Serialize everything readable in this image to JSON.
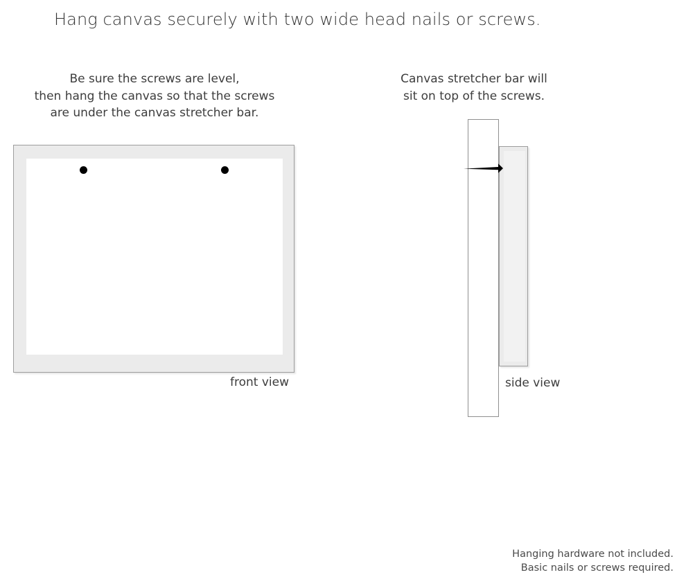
{
  "page": {
    "title": "Hang canvas securely with two wide head nails or screws.",
    "background_color": "#ffffff",
    "text_color": "#3d3d3d"
  },
  "front_panel": {
    "caption_lines": [
      "Be sure the screws are level,",
      "then hang the canvas so that the screws",
      "are under the canvas stretcher bar."
    ],
    "view_label": "front view",
    "frame_color": "#ebebeb",
    "frame_border_color": "#9d9d9d",
    "inner_color": "#ffffff",
    "screw_color": "#000000",
    "screw_count": 2
  },
  "side_panel": {
    "caption_lines": [
      "Canvas stretcher bar will",
      "sit on top of the screws."
    ],
    "view_label": "side view",
    "wall_color": "#ffffff",
    "wall_border_color": "#8f8f8f",
    "stretcher_color": "#ebebeb",
    "stretcher_border_color": "#9d9d9d",
    "nail_color": "#000000"
  },
  "footer": {
    "lines": [
      "Hanging hardware not included.",
      "Basic nails or screws required."
    ]
  }
}
